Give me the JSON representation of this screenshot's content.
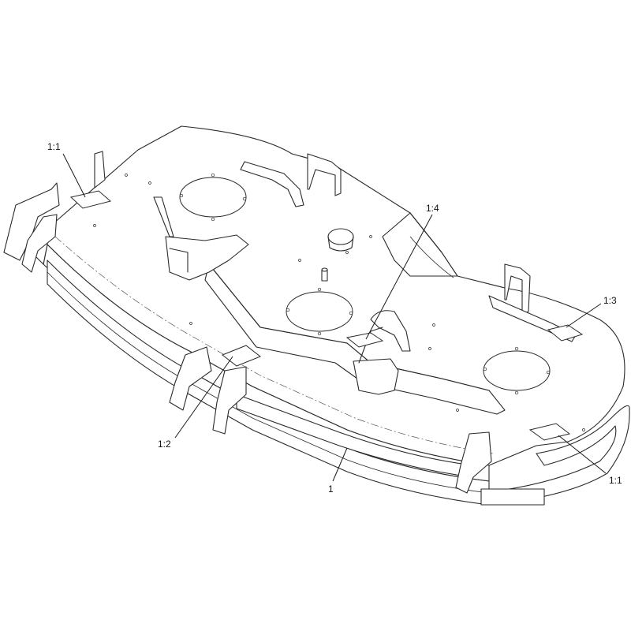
{
  "callouts": [
    {
      "id": "c1",
      "label": "1:1"
    },
    {
      "id": "c2",
      "label": "1:4"
    },
    {
      "id": "c3",
      "label": "1:3"
    },
    {
      "id": "c4",
      "label": "1:2"
    },
    {
      "id": "c5",
      "label": "1"
    },
    {
      "id": "c6",
      "label": "1:1"
    }
  ],
  "colors": {
    "line": "#2a2a2a",
    "background": "#ffffff"
  }
}
